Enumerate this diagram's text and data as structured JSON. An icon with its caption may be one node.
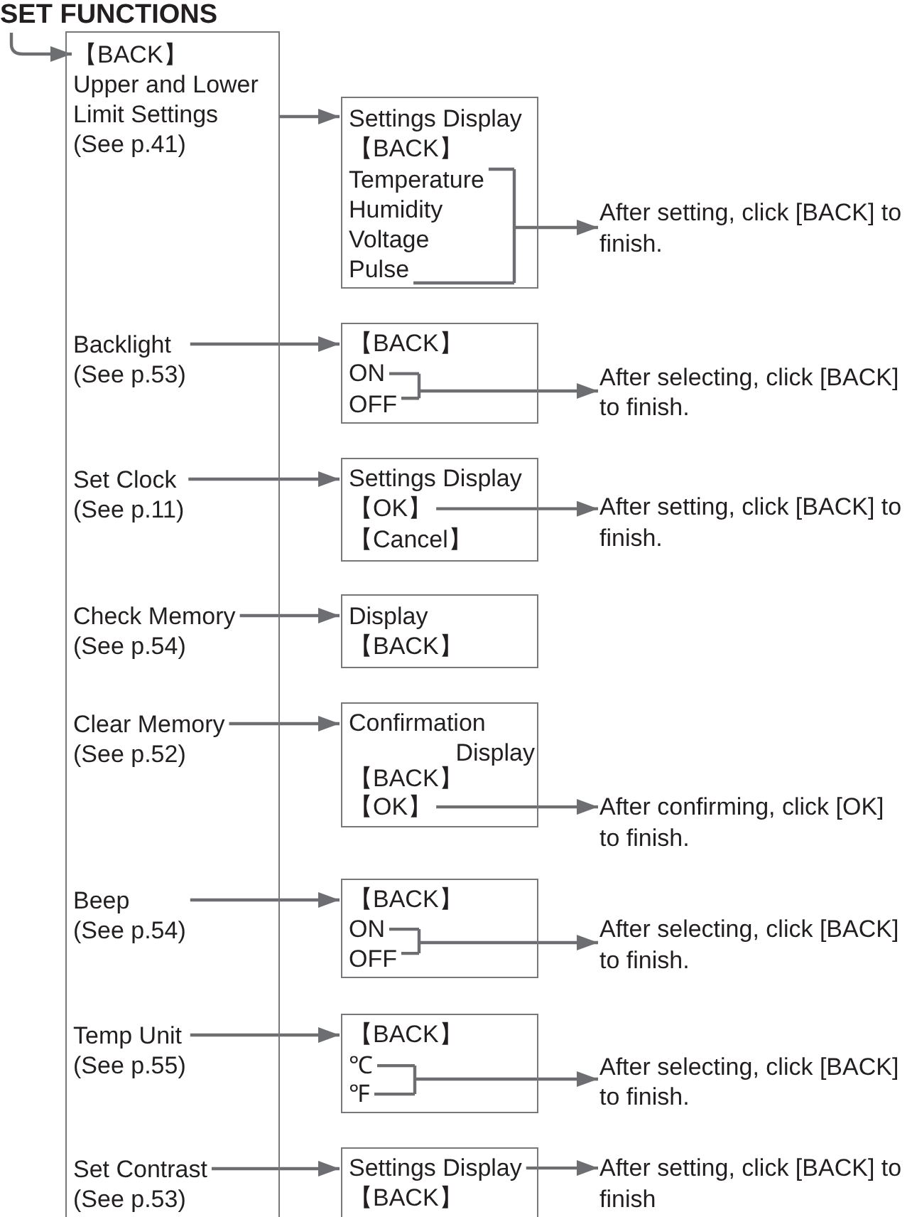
{
  "diagram": {
    "title": "SET FUNCTIONS",
    "nodes": [
      {
        "text": [],
        "shape": "box"
      },
      {
        "text": [
          "【BACK】"
        ],
        "in": 0
      },
      {
        "text": [
          "Upper and Lower Limit Settings",
          "(See p.41)"
        ],
        "in": 0
      },
      {
        "text": [
          "Backlight",
          "(See p.53)"
        ],
        "in": 0
      },
      {
        "text": [
          "Set Clock",
          "(See p.11)"
        ],
        "in": 0
      },
      {
        "text": [
          "Check Memory",
          "(See p.54)"
        ],
        "in": 0
      },
      {
        "text": [
          "Clear Memory",
          "(See p.52)"
        ],
        "in": 0
      },
      {
        "text": [
          "Beep",
          "(See p.54)"
        ],
        "in": 0
      },
      {
        "text": [
          "Temp Unit",
          "(See p.55)"
        ],
        "in": 0
      },
      {
        "text": [
          "Set Contrast",
          "(See p.53)"
        ],
        "in": 0
      },
      {
        "text": [],
        "shape": "box"
      },
      {
        "text": [
          "Settings Display"
        ],
        "in": 10
      },
      {
        "text": [
          "【BACK】"
        ],
        "in": 10
      },
      {
        "text": [
          "Temperature"
        ],
        "in": 10
      },
      {
        "text": [
          "Humidity"
        ],
        "in": 10
      },
      {
        "text": [
          "Voltage"
        ],
        "in": 10
      },
      {
        "text": [
          "Pulse"
        ],
        "in": 10
      },
      {
        "text": [
          "After setting, click [BACK] to finish."
        ]
      },
      {
        "text": [],
        "shape": "box"
      },
      {
        "text": [
          "【BACK】"
        ],
        "in": 18
      },
      {
        "text": [
          "ON"
        ],
        "in": 18
      },
      {
        "text": [
          "OFF"
        ],
        "in": 18
      },
      {
        "text": [
          "After selecting, click [BACK] to finish."
        ]
      },
      {
        "text": [],
        "shape": "box"
      },
      {
        "text": [
          "Settings Display"
        ],
        "in": 23
      },
      {
        "text": [
          "【OK】"
        ],
        "in": 23
      },
      {
        "text": [
          "【Cancel】"
        ],
        "in": 23
      },
      {
        "text": [
          "After setting, click [BACK] to finish."
        ]
      },
      {
        "text": [],
        "shape": "box"
      },
      {
        "text": [
          "Display"
        ],
        "in": 28
      },
      {
        "text": [
          "【BACK】"
        ],
        "in": 28
      },
      {
        "text": [],
        "shape": "box"
      },
      {
        "text": [
          "Confirmation Display"
        ],
        "in": 31
      },
      {
        "text": [
          "【BACK】"
        ],
        "in": 31
      },
      {
        "text": [
          "【OK】"
        ],
        "in": 31
      },
      {
        "text": [
          "After confirming, click [OK] to finish."
        ]
      },
      {
        "text": [],
        "shape": "box"
      },
      {
        "text": [
          "【BACK】"
        ],
        "in": 36
      },
      {
        "text": [
          "ON"
        ],
        "in": 36
      },
      {
        "text": [
          "OFF"
        ],
        "in": 36
      },
      {
        "text": [
          "After selecting, click [BACK] to finish."
        ]
      },
      {
        "text": [],
        "shape": "box"
      },
      {
        "text": [
          "【BACK】"
        ],
        "in": 41
      },
      {
        "text": [
          "℃"
        ],
        "in": 41
      },
      {
        "text": [
          "℉"
        ],
        "in": 41
      },
      {
        "text": [
          "After selecting, click [BACK] to finish."
        ]
      },
      {
        "text": [],
        "shape": "box"
      },
      {
        "text": [
          "Settings Display"
        ],
        "in": 46
      },
      {
        "text": [
          "【BACK】"
        ],
        "in": 46
      },
      {
        "text": [
          "After setting, click [BACK] to finish"
        ]
      }
    ],
    "edges": [
      {
        "from": null,
        "to": 1,
        "arrow": "to"
      },
      {
        "from": 2,
        "to": 10,
        "arrow": "to"
      },
      {
        "from": 3,
        "to": 18,
        "arrow": "to"
      },
      {
        "from": 4,
        "to": 23,
        "arrow": "to"
      },
      {
        "from": 5,
        "to": 28,
        "arrow": "to"
      },
      {
        "from": 6,
        "to": 31,
        "arrow": "to"
      },
      {
        "from": 7,
        "to": 36,
        "arrow": "to"
      },
      {
        "from": 8,
        "to": 41,
        "arrow": "to"
      },
      {
        "from": 9,
        "to": 46,
        "arrow": "to"
      },
      {
        "from": 13,
        "to": 17,
        "arrow": "to"
      },
      {
        "from": 16,
        "to": 17,
        "arrow": "to"
      },
      {
        "from": 20,
        "to": 22,
        "arrow": "to"
      },
      {
        "from": 21,
        "to": 22,
        "arrow": "to"
      },
      {
        "from": 25,
        "to": 27,
        "arrow": "to"
      },
      {
        "from": 34,
        "to": 35,
        "arrow": "to"
      },
      {
        "from": 38,
        "to": 40,
        "arrow": "to"
      },
      {
        "from": 39,
        "to": 40,
        "arrow": "to"
      },
      {
        "from": 43,
        "to": 45,
        "arrow": "to"
      },
      {
        "from": 44,
        "to": 45,
        "arrow": "to"
      },
      {
        "from": 47,
        "to": 49,
        "arrow": "to"
      }
    ]
  }
}
